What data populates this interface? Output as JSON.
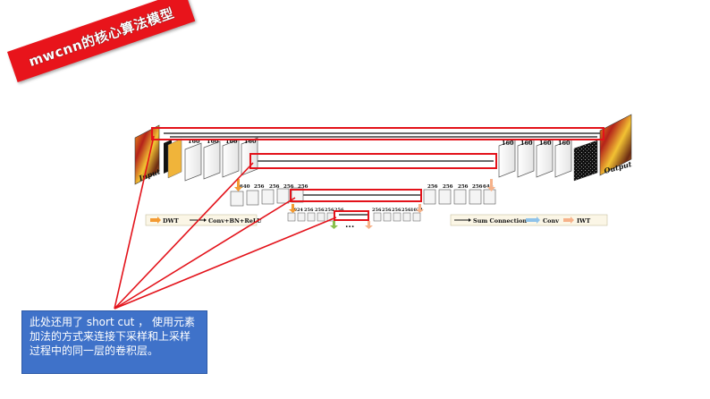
{
  "banner": {
    "text": "mwcnn的核心算法模型",
    "color": "#e8141b"
  },
  "note": {
    "text": "此处还用了 short cut ， 使用元素加法的方式来连接下采样和上采样过程中的同一层的卷积层。",
    "background": "#3f72c9"
  },
  "diagram": {
    "input_label": "Input",
    "output_label": "Output",
    "level1": {
      "left_channels": [
        "160",
        "160",
        "160",
        "160"
      ],
      "right_channels": [
        "160",
        "160",
        "160",
        "160"
      ]
    },
    "level2": {
      "left_channels": [
        "640",
        "256",
        "256",
        "256",
        "256"
      ],
      "right_channels": [
        "256",
        "256",
        "256",
        "256",
        "640"
      ]
    },
    "level3": {
      "left_channels": [
        "1024",
        "256",
        "256",
        "256",
        "256"
      ],
      "right_channels": [
        "256",
        "256",
        "256",
        "256",
        "1024"
      ]
    },
    "ellipsis": "...",
    "highlight_color": "#e3121a",
    "legend_left": [
      {
        "label": "DWT",
        "icon": "orange-arrow-icon"
      },
      {
        "label": "Conv+BN+ReLU",
        "icon": "black-arrow-icon"
      }
    ],
    "legend_right": [
      {
        "label": "Sum Connection",
        "icon": "black-arrow-icon"
      },
      {
        "label": "Conv",
        "icon": "blue-arrow-icon"
      },
      {
        "label": "IWT",
        "icon": "peach-arrow-icon"
      }
    ]
  }
}
